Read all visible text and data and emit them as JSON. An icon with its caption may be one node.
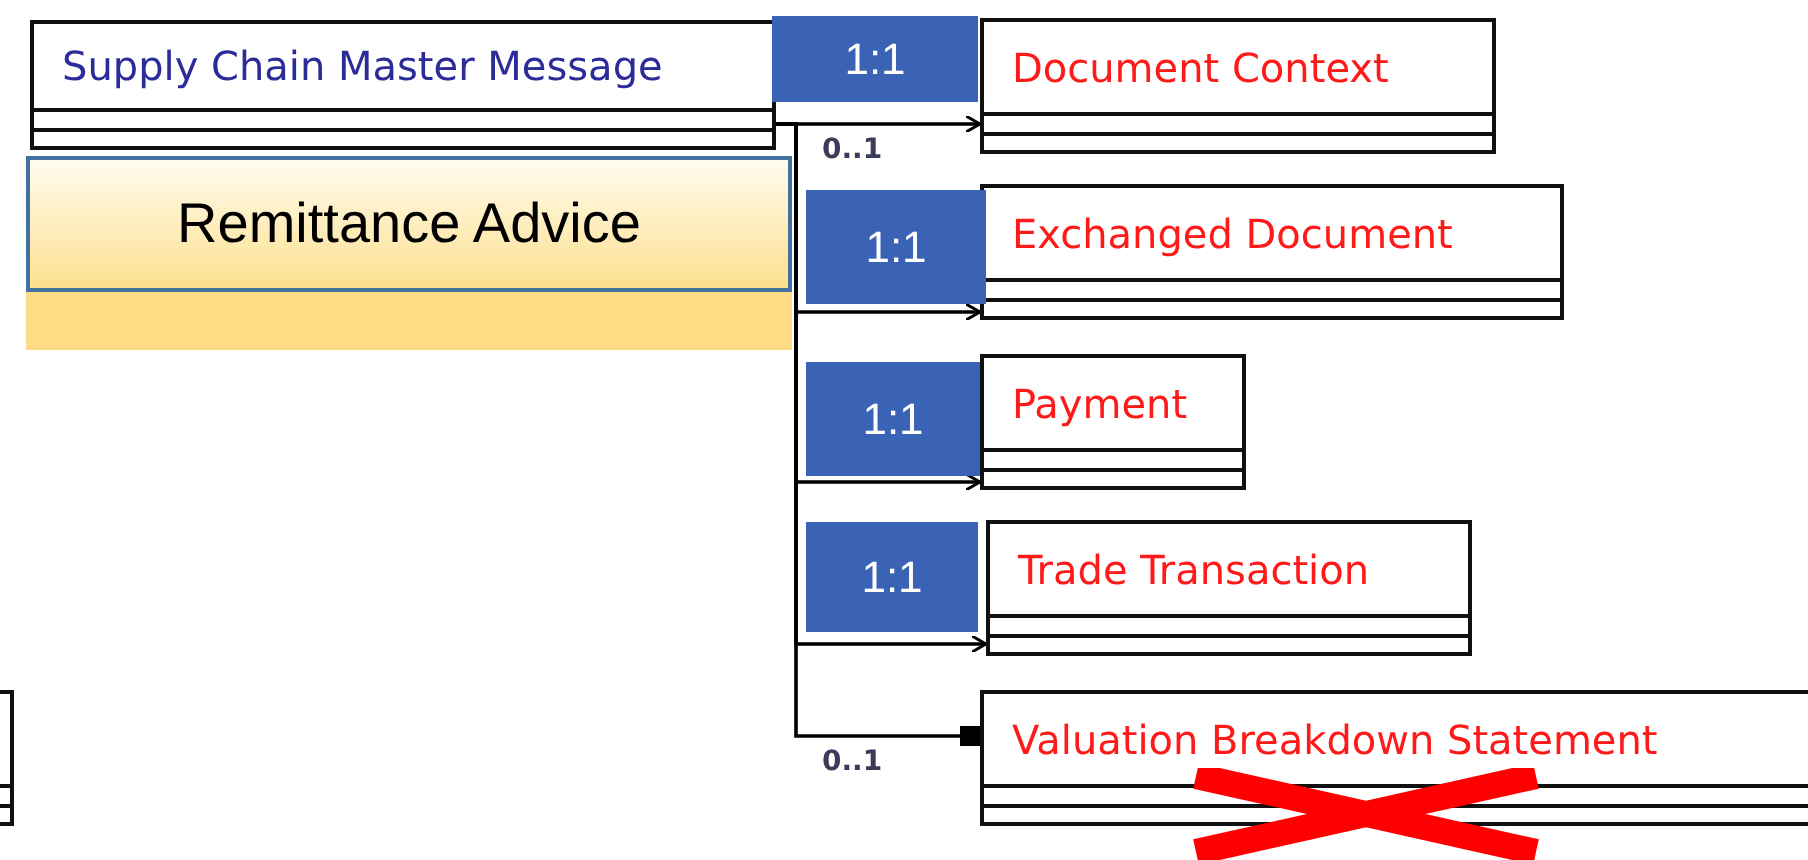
{
  "diagram": {
    "nodes": [
      {
        "text": [
          "Supply Chain Master Message"
        ]
      },
      {
        "text": [
          "Document Context"
        ]
      },
      {
        "text": [
          "Remittance Advice"
        ]
      },
      {
        "text": [
          "Exchanged Document"
        ]
      },
      {
        "text": [
          "Payment"
        ]
      },
      {
        "text": [
          "Trade Transaction"
        ]
      },
      {
        "text": [],
        "shape": "box"
      },
      {
        "text": [
          "Valuation Breakdown Statement"
        ]
      }
    ],
    "edges": [
      {
        "from": 0,
        "to": 1,
        "arrow": "to",
        "label": "0..1"
      },
      {
        "from": 0,
        "to": 3,
        "arrow": "to"
      },
      {
        "from": 0,
        "to": 4,
        "arrow": "to"
      },
      {
        "from": 0,
        "to": 5,
        "arrow": "to"
      },
      {
        "from": 0,
        "to": 7,
        "arrow": "other",
        "label": "0..1"
      }
    ],
    "labels": [
      "1:1",
      "1:1",
      "1:1",
      "1:1"
    ]
  }
}
